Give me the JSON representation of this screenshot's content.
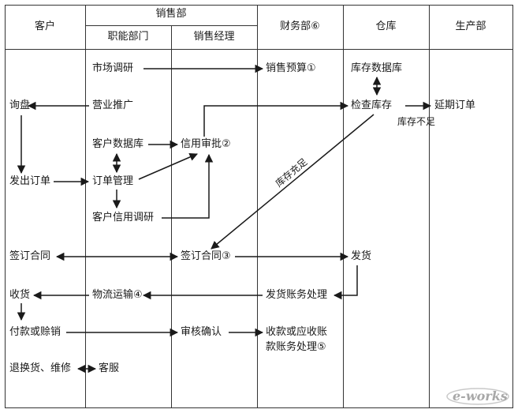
{
  "headers": {
    "customer": "客户",
    "sales_dept": "销售部",
    "functional": "职能部门",
    "sales_manager": "销售经理",
    "finance": "财务部⑥",
    "warehouse": "仓库",
    "production": "生产部"
  },
  "nodes": {
    "market_research": "市场调研",
    "sales_budget": "销售预算①",
    "inventory_db": "库存数据库",
    "inquiry": "询盘",
    "promotion": "营业推广",
    "check_inventory": "检查库存",
    "delay_order": "延期订单",
    "stock_short": "库存不足",
    "customer_db": "客户数据库",
    "credit_approval": "信用审批②",
    "place_order": "发出订单",
    "order_mgmt": "订单管理",
    "customer_credit": "客户信用调研",
    "stock_sufficient": "库存充足",
    "sign_contract_customer": "签订合同",
    "sign_contract": "签订合同③",
    "ship": "发货",
    "receive": "收货",
    "logistics": "物流运输④",
    "billing": "发货账务处理",
    "payment": "付款或赊销",
    "audit": "审核确认",
    "collection_line1": "收款或应收账",
    "collection_line2": "款账务处理⑤",
    "returns": "退换货、维修",
    "service": "客服"
  },
  "logo": {
    "text": "e-works"
  }
}
